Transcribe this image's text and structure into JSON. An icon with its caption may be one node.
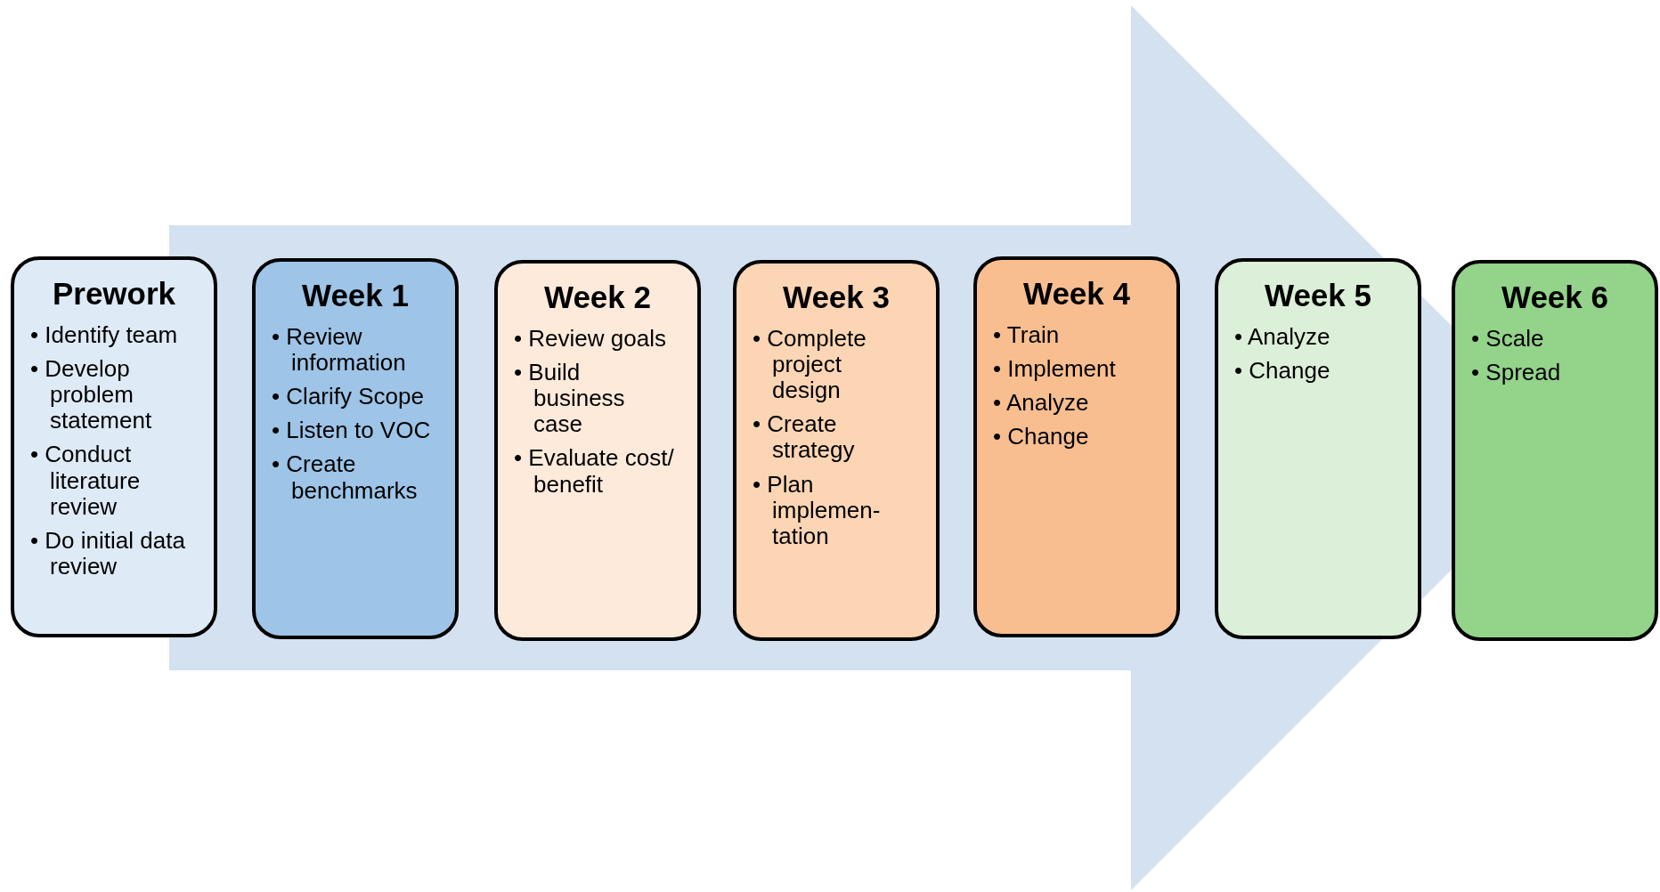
{
  "diagram": {
    "nodes": [
      {
        "text": [
          "Prework",
          "• Identify team",
          "• Develop problem statement",
          "• Conduct literature review",
          "• Do initial data review"
        ]
      },
      {
        "text": [
          "Week 1",
          "• Review information",
          "• Clarify Scope",
          "• Listen to VOC",
          "• Create benchmarks"
        ]
      },
      {
        "text": [
          "Week 2",
          "• Review goals",
          "• Build business case",
          "• Evaluate cost/ benefit"
        ]
      },
      {
        "text": [
          "Week 3",
          "• Complete project design",
          "• Create strategy",
          "• Plan implemen-tation"
        ]
      },
      {
        "text": [
          "Week 4",
          "• Train",
          "• Implement",
          "• Analyze",
          "• Change"
        ]
      },
      {
        "text": [
          "Week 5",
          "• Analyze",
          "• Change"
        ]
      },
      {
        "text": [
          "Week 6",
          "• Scale",
          "• Spread"
        ]
      }
    ],
    "edges": [
      {
        "from": 0,
        "to": 6,
        "arrow": "to"
      }
    ]
  }
}
